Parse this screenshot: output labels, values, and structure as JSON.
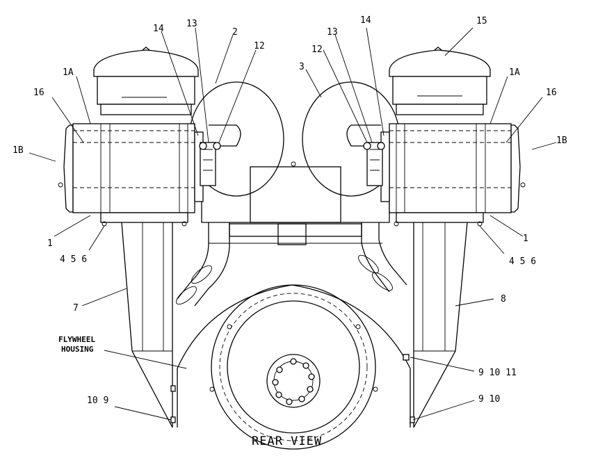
{
  "diagram": {
    "title": "REAR VIEW",
    "callouts": {
      "c15": "15",
      "c1A_left": "1A",
      "c1A_right": "1A",
      "c16_left": "16",
      "c16_right": "16",
      "c1B_left": "1B",
      "c1B_right": "1B",
      "c14_left": "14",
      "c14_right": "14",
      "c13_left": "13",
      "c13_right": "13",
      "c12_left": "12",
      "c12_right": "12",
      "c2": "2",
      "c3": "3",
      "c1_left": "1",
      "c1_right": "1",
      "c456_left": "4 5 6",
      "c456_right": "4 5 6",
      "c7": "7",
      "c8": "8",
      "c91011": "9 10 11",
      "c910": "9 10",
      "c109": "10 9",
      "flywheel_line1": "FLYWHEEL",
      "flywheel_line2": "HOUSING"
    }
  }
}
